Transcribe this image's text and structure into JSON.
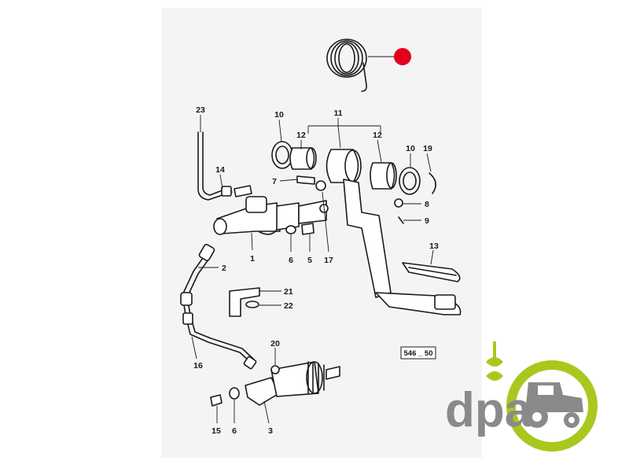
{
  "diagram": {
    "callouts": [
      "1",
      "2",
      "3",
      "5",
      "6",
      "6",
      "7",
      "8",
      "9",
      "10",
      "10",
      "11",
      "12",
      "12",
      "13",
      "14",
      "15",
      "16",
      "17",
      "19",
      "20",
      "21",
      "22",
      "23"
    ],
    "reference_code": "546 _ 50",
    "highlight_color": "#e3001b"
  },
  "logo": {
    "text": "dpa",
    "primary_color": "#8a8a8a",
    "accent_color": "#a8c81e",
    "icon": "tractor-gear-logo"
  }
}
